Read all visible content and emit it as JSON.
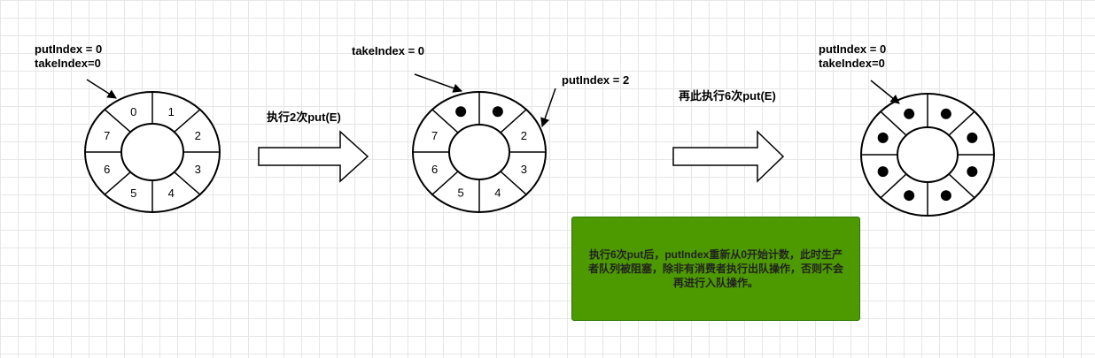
{
  "ring1": {
    "label_put": "putIndex = 0",
    "label_take": "takeIndex=0",
    "slots": [
      "0",
      "1",
      "2",
      "3",
      "4",
      "5",
      "6",
      "7"
    ]
  },
  "arrow1": {
    "label": "执行2次put(E)"
  },
  "ring2": {
    "label_take": "takeIndex = 0",
    "label_put": "putIndex = 2",
    "slots": [
      "",
      "",
      "2",
      "3",
      "4",
      "5",
      "6",
      "7"
    ]
  },
  "arrow2": {
    "label": "再此执行6次put(E)"
  },
  "ring3": {
    "label_put": "putIndex = 0",
    "label_take": "takeIndex=0"
  },
  "note": {
    "text": "执行6次put后，putIndex重新从0开始计数，此时生产者队列被阻塞，除非有消费者执行出队操作，否则不会再进行入队操作。",
    "color": "#4d9900"
  }
}
